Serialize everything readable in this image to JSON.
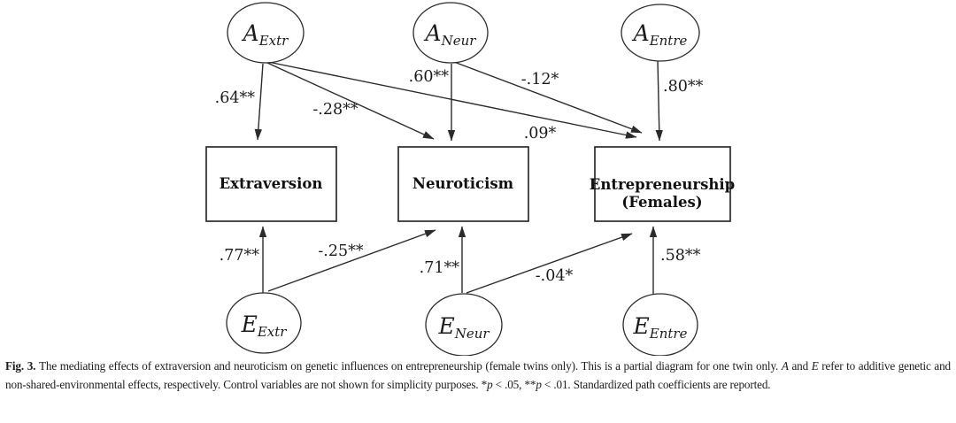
{
  "figure": {
    "latent_nodes": {
      "a_extr": {
        "main": "A",
        "sub": "Extr"
      },
      "a_neur": {
        "main": "A",
        "sub": "Neur"
      },
      "a_entre": {
        "main": "A",
        "sub": "Entre"
      },
      "e_extr": {
        "main": "E",
        "sub": "Extr"
      },
      "e_neur": {
        "main": "E",
        "sub": "Neur"
      },
      "e_entre": {
        "main": "E",
        "sub": "Entre"
      }
    },
    "observed_boxes": {
      "extraversion": {
        "label": "Extraversion"
      },
      "neuroticism": {
        "label": "Neuroticism"
      },
      "entrepreneurship": {
        "label_line1": "Entrepreneurship",
        "label_line2": "(Females)"
      }
    },
    "path_coefficients": {
      "a_extr_to_extraversion": ".64**",
      "a_extr_to_neuroticism": "-.28**",
      "a_extr_to_entrepreneurship": ".09*",
      "a_neur_to_neuroticism": ".60**",
      "a_neur_to_entrepreneurship": "-.12*",
      "a_entre_to_entrepreneurship": ".80**",
      "e_extr_to_extraversion": ".77**",
      "e_extr_to_neuroticism": "-.25**",
      "e_neur_to_neuroticism": ".71**",
      "e_neur_to_entrepreneurship": "-.04*",
      "e_entre_to_entrepreneurship": ".58**"
    },
    "colors": {
      "line": "#2b2b2b",
      "text": "#1a1a1a"
    }
  },
  "caption": {
    "segments": [
      {
        "style": "bold",
        "text": "Fig. 3. "
      },
      {
        "style": "normal",
        "text": "The mediating effects of extraversion and neuroticism on genetic influences on entrepreneurship (female twins only). This is a partial diagram for one twin only. "
      },
      {
        "style": "italic",
        "text": "A"
      },
      {
        "style": "normal",
        "text": " and "
      },
      {
        "style": "italic",
        "text": "E"
      },
      {
        "style": "normal",
        "text": " refer to additive genetic and non-shared-environmental effects, respectively. Control variables are not shown for simplicity purposes. "
      },
      {
        "style": "sup",
        "text": "*"
      },
      {
        "style": "italic",
        "text": "p"
      },
      {
        "style": "normal",
        "text": " < .05, "
      },
      {
        "style": "sup",
        "text": "**"
      },
      {
        "style": "italic",
        "text": "p"
      },
      {
        "style": "normal",
        "text": " < .01. Standardized path coefficients are reported."
      }
    ]
  }
}
